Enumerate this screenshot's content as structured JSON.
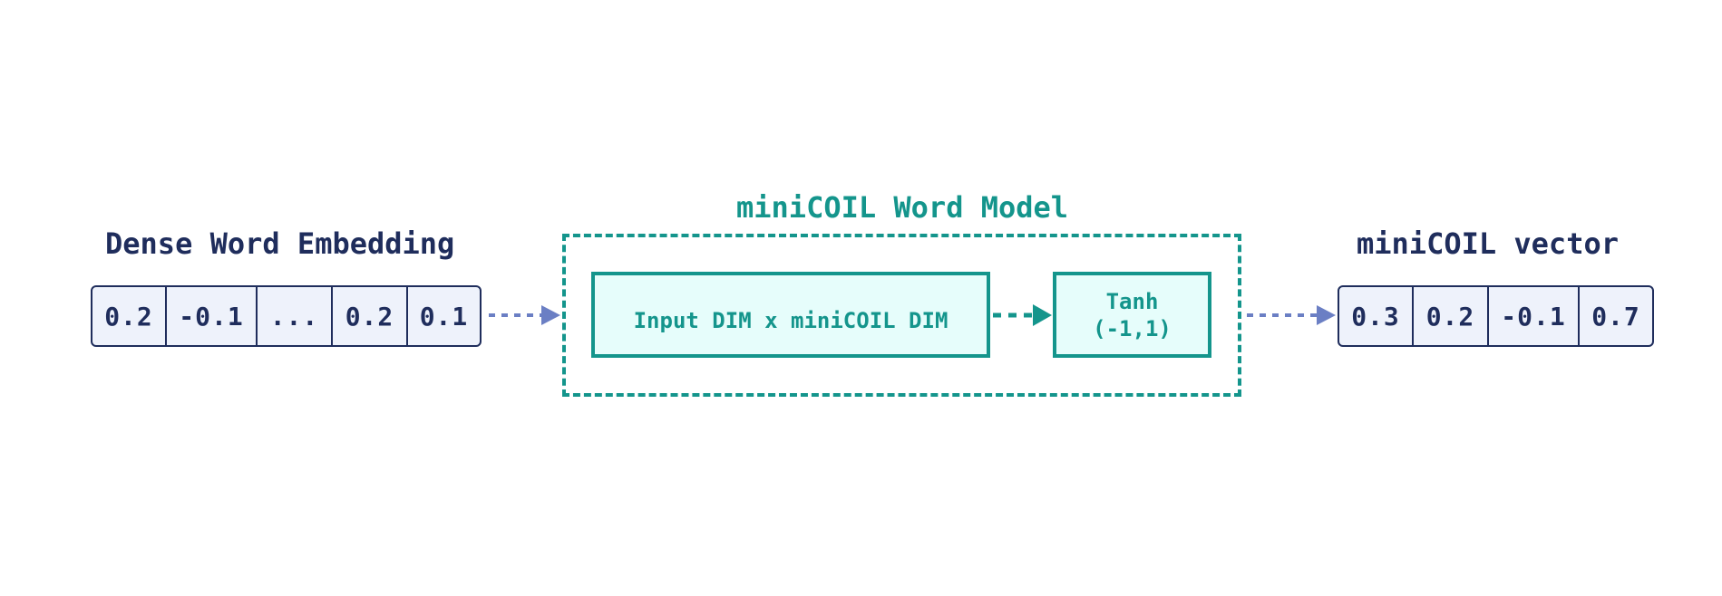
{
  "input": {
    "title": "Dense Word Embedding",
    "cells": [
      "0.2",
      "-0.1",
      "...",
      "0.2",
      "0.1"
    ]
  },
  "model": {
    "title": "miniCOIL Word Model",
    "linear_label": "Input DIM x miniCOIL DIM",
    "activation_line1": "Tanh",
    "activation_line2": "(-1,1)"
  },
  "output": {
    "title": "miniCOIL vector",
    "cells": [
      "0.3",
      "0.2",
      "-0.1",
      "0.7"
    ]
  },
  "colors": {
    "navy": "#1f2d5c",
    "teal": "#14958c",
    "arrow_blue": "#6b7fc4",
    "cell_fill": "#eef2fb",
    "block_fill": "#e6fdfb"
  }
}
